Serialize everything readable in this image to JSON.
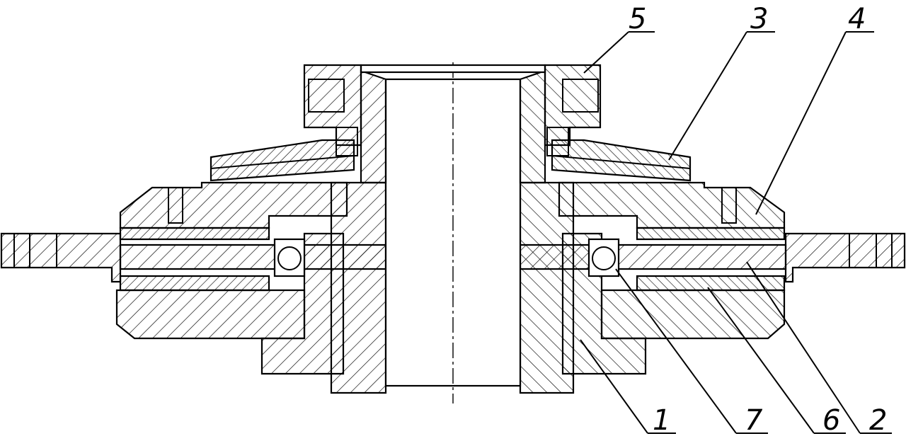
{
  "drawing": {
    "background": "#ffffff",
    "line_color": "#000000"
  },
  "callouts": [
    {
      "id": "callout-5",
      "number": "5"
    },
    {
      "id": "callout-3",
      "number": "3"
    },
    {
      "id": "callout-4",
      "number": "4"
    },
    {
      "id": "callout-1",
      "number": "1"
    },
    {
      "id": "callout-7",
      "number": "7"
    },
    {
      "id": "callout-6",
      "number": "6"
    },
    {
      "id": "callout-2",
      "number": "2"
    }
  ]
}
